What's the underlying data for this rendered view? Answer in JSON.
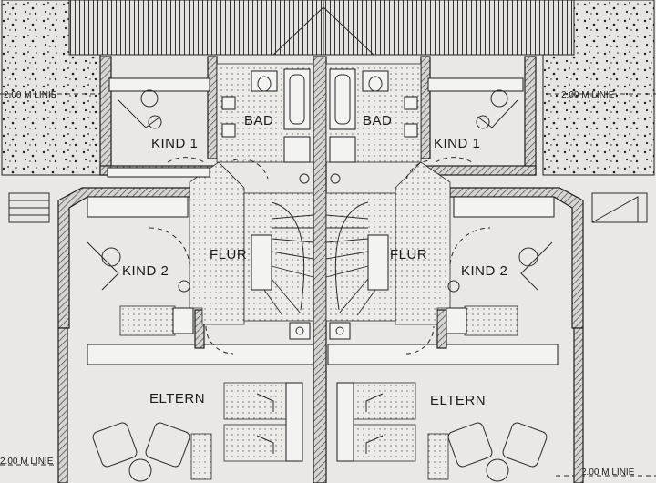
{
  "rooms": {
    "bad": "BAD",
    "kind1": "KIND 1",
    "kind2": "KIND 2",
    "flur": "FLUR",
    "eltern": "ELTERN"
  },
  "setback_line": "2.00 M LINIE",
  "setback_line_bottom_left": "2.00 M LINIE",
  "colors": {
    "paper": "#e9e8e6",
    "ink": "#1e1e1e",
    "hatch": "#6b6b6b"
  }
}
